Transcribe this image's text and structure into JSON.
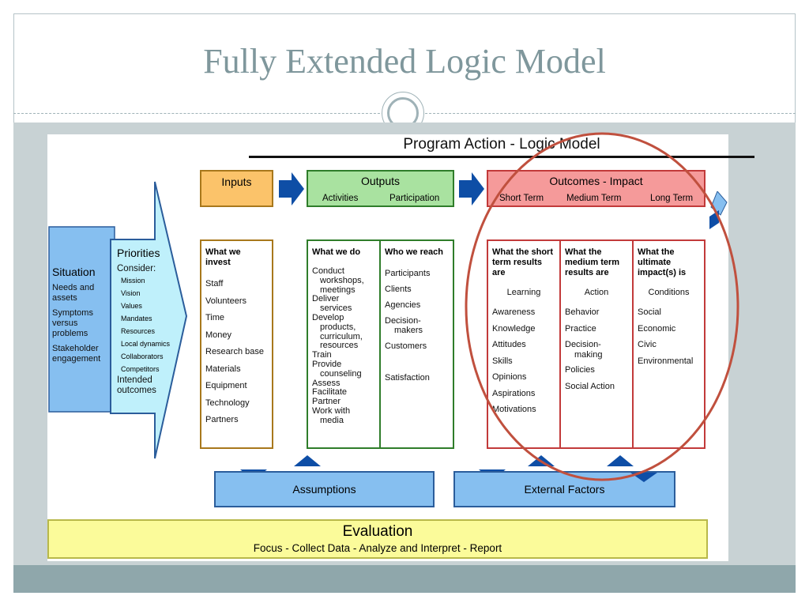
{
  "slide": {
    "title": "Fully Extended Logic Model"
  },
  "diagram": {
    "title": "Program Action - Logic Model",
    "situation": {
      "heading": "Situation",
      "items": [
        "Needs and assets",
        "Symptoms versus problems",
        "Stakeholder engagement"
      ]
    },
    "priorities": {
      "heading": "Priorities",
      "consider_label": "Consider:",
      "items": [
        "Mission",
        "Vision",
        "Values",
        "Mandates",
        "Resources",
        "Local dynamics",
        "Collaborators",
        "Competitors"
      ],
      "footer": "Intended outcomes"
    },
    "inputs": {
      "header": "Inputs",
      "column_title": "What we invest",
      "items": [
        "Staff",
        "Volunteers",
        "Time",
        "Money",
        "Research base",
        "Materials",
        "Equipment",
        "Technology",
        "Partners"
      ]
    },
    "outputs": {
      "header": "Outputs",
      "sub_activities": "Activities",
      "sub_participation": "Participation",
      "activities_title": "What we do",
      "activities_items": [
        "Conduct",
        "workshops,",
        "meetings",
        "Deliver",
        "services",
        "Develop",
        "products,",
        "curriculum,",
        "resources",
        "Train",
        "Provide",
        "counseling",
        "Assess",
        "Facilitate",
        "Partner",
        "Work with",
        "media"
      ],
      "participation_title": "Who we reach",
      "participation_items": [
        "Participants",
        "Clients",
        "Agencies",
        "Decision-",
        "makers",
        "Customers",
        "Satisfaction"
      ]
    },
    "outcomes": {
      "header": "Outcomes - Impact",
      "sub_short": "Short Term",
      "sub_medium": "Medium Term",
      "sub_long": "Long Term",
      "short_title": "What the short term results are",
      "short_lead": "Learning",
      "short_items": [
        "Awareness",
        "Knowledge",
        "Attitudes",
        "Skills",
        "Opinions",
        "Aspirations",
        "Motivations"
      ],
      "medium_title": "What the medium term results are",
      "medium_lead": "Action",
      "medium_items": [
        "Behavior",
        "Practice",
        "Decision-",
        "making",
        "Policies",
        "Social Action"
      ],
      "long_title": "What the ultimate impact(s) is",
      "long_lead": "Conditions",
      "long_items": [
        "Social",
        "Economic",
        "Civic",
        "Environmental"
      ]
    },
    "assumptions": "Assumptions",
    "external_factors": "External Factors",
    "evaluation": {
      "title": "Evaluation",
      "subtitle": "Focus - Collect Data - Analyze and Interpret - Report"
    }
  },
  "colors": {
    "title": "#7f979c",
    "inputs_fill": "#fbc36a",
    "inputs_border": "#a8781c",
    "outputs_fill": "#a9e2a0",
    "outputs_border": "#2f7d2a",
    "outcomes_fill": "#f59a9a",
    "outcomes_border": "#c23a3a",
    "situation_fill": "#86bff0",
    "blue_arrow": "#0e4ea6",
    "evaluation_fill": "#fbfb9a",
    "annotation_ellipse": "#c0503e"
  }
}
